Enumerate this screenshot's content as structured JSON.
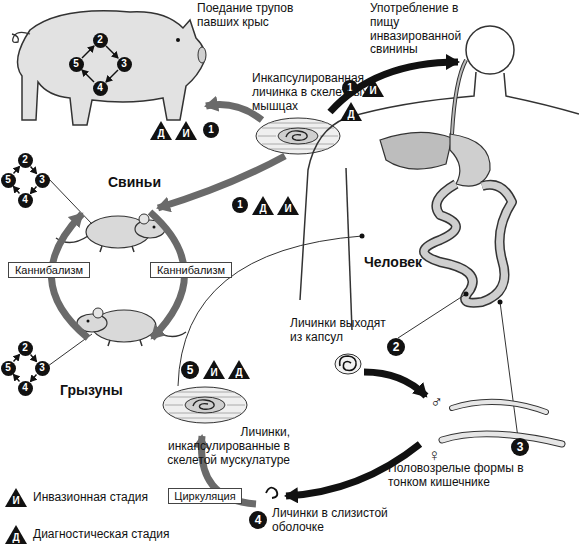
{
  "diagram": {
    "nodes": [
      {
        "text": [
          "2"
        ]
      },
      {
        "text": [
          "3"
        ]
      },
      {
        "text": [
          "4"
        ]
      },
      {
        "text": [
          "5"
        ]
      },
      {
        "text": [
          "Д"
        ]
      },
      {
        "text": [
          "И"
        ]
      },
      {
        "text": [
          "1"
        ]
      },
      {
        "text": [
          "1"
        ]
      },
      {
        "text": [
          "И"
        ]
      },
      {
        "text": [
          "Д"
        ]
      },
      {
        "text": [
          "2"
        ]
      },
      {
        "text": [
          "3"
        ]
      },
      {
        "text": [
          "4"
        ]
      },
      {
        "text": [
          "5"
        ]
      },
      {
        "text": [
          "1"
        ]
      },
      {
        "text": [
          "Д"
        ]
      },
      {
        "text": [
          "И"
        ]
      },
      {
        "text": [
          "Каннибализм"
        ]
      },
      {
        "text": [
          "Каннибализм"
        ]
      },
      {
        "text": [
          "2"
        ]
      },
      {
        "text": [
          "3"
        ]
      },
      {
        "text": [
          "4"
        ]
      },
      {
        "text": [
          "5"
        ]
      },
      {
        "text": [
          "2"
        ]
      },
      {
        "text": [
          "3"
        ]
      },
      {
        "text": [
          "5"
        ]
      },
      {
        "text": [
          "И"
        ]
      },
      {
        "text": [
          "Д"
        ]
      },
      {
        "text": [
          "Циркуляция"
        ]
      },
      {
        "text": [
          "4"
        ]
      },
      {
        "text": [
          "И"
        ]
      },
      {
        "text": [
          "Д"
        ]
      }
    ],
    "edges": [
      {
        "from": 0,
        "to": 1,
        "arrow": "to"
      },
      {
        "from": 1,
        "to": 2,
        "arrow": "to"
      },
      {
        "from": 2,
        "to": 3,
        "arrow": "to"
      },
      {
        "from": 3,
        "to": 0,
        "arrow": "to"
      },
      {
        "from": 10,
        "to": 11,
        "arrow": "to"
      },
      {
        "from": 11,
        "to": 12,
        "arrow": "to"
      },
      {
        "from": 12,
        "to": 13,
        "arrow": "to"
      },
      {
        "from": 13,
        "to": 10,
        "arrow": "to"
      },
      {
        "from": 19,
        "to": 20,
        "arrow": "to"
      },
      {
        "from": 20,
        "to": 21,
        "arrow": "to"
      },
      {
        "from": 21,
        "to": 22,
        "arrow": "to"
      },
      {
        "from": 22,
        "to": 19,
        "arrow": "to"
      }
    ],
    "labels": [
      "Поедание трупов павших крыс",
      "Употребление в пищу инвазированной свинины",
      "Инкапсулированная личинка в скелетных мышцах",
      "Свиньи",
      "Грызуны",
      "Человек",
      "Личинки выходят из капсул",
      "♂",
      "♀",
      "Половозрелые формы в тонком кишечнике",
      "Личинки в слизистой оболочке",
      "Личинки, инкапсулированные в скелетой мускулатуре"
    ],
    "legend": [
      {
        "text": "Инвазионная стадия"
      },
      {
        "text": "Диагностическая стадия"
      }
    ]
  }
}
